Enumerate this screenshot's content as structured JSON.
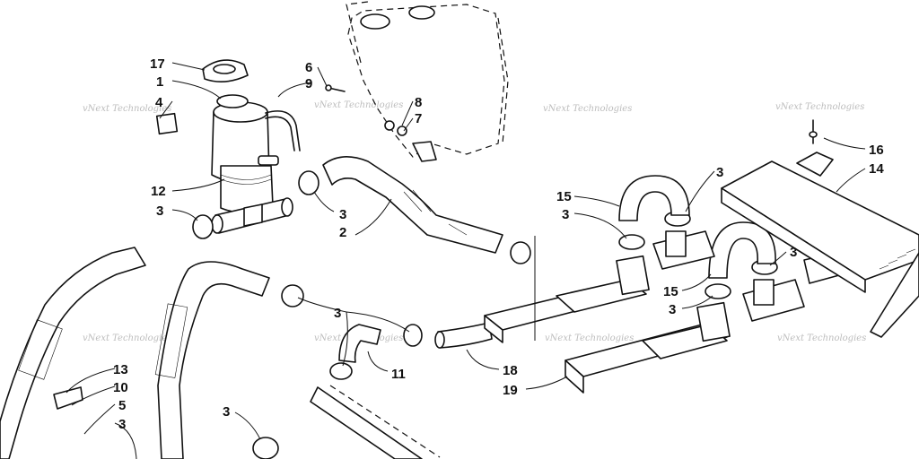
{
  "watermark": "vNext Technologies",
  "callouts": [
    {
      "label": "17"
    },
    {
      "label": "1"
    },
    {
      "label": "4"
    },
    {
      "label": "6"
    },
    {
      "label": "9"
    },
    {
      "label": "8"
    },
    {
      "label": "7"
    },
    {
      "label": "12"
    },
    {
      "label": "3"
    },
    {
      "label": "3"
    },
    {
      "label": "2"
    },
    {
      "label": "16"
    },
    {
      "label": "14"
    },
    {
      "label": "3"
    },
    {
      "label": "15"
    },
    {
      "label": "3"
    },
    {
      "label": "3"
    },
    {
      "label": "15"
    },
    {
      "label": "3"
    },
    {
      "label": "3"
    },
    {
      "label": "11"
    },
    {
      "label": "18"
    },
    {
      "label": "19"
    },
    {
      "label": "13"
    },
    {
      "label": "10"
    },
    {
      "label": "5"
    },
    {
      "label": "3"
    },
    {
      "label": "3"
    }
  ]
}
